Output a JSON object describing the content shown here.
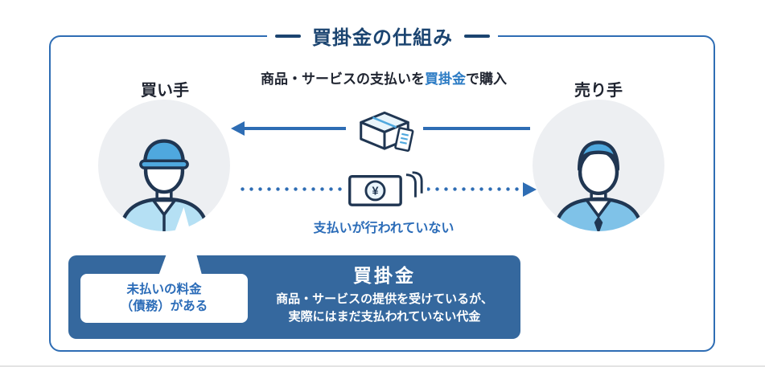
{
  "frame": {
    "title": "買掛金の仕組み"
  },
  "actors": {
    "buyer": {
      "label": "買い手"
    },
    "seller": {
      "label": "売り手"
    }
  },
  "purchase_caption": {
    "prefix": "商品・サービスの支払いを",
    "highlight": "買掛金",
    "suffix": "で購入"
  },
  "unpaid_caption": "支払いが行われていない",
  "callout": {
    "line1": "未払いの料金",
    "line2": "（債務）がある"
  },
  "definition": {
    "title": "買掛金",
    "desc1": "商品・サービスの提供を受けているが、",
    "desc2": "実際にはまだ支払われていない代金"
  },
  "icons": {
    "money_symbol": "¥",
    "package": "package-icon",
    "banknotes": "banknotes-icon",
    "buyer_person": "worker-with-cap-icon",
    "seller_person": "businessman-icon"
  },
  "colors": {
    "border_blue": "#2e6db4",
    "title_navy": "#1b4470",
    "panel_blue": "#35689e",
    "highlight_blue": "#2b7bc4",
    "caption_blue": "#2b6cb8",
    "text_dark": "#1f2430",
    "circle_gray": "#edeff2",
    "person_blue": "#4fa8de",
    "person_light_blue": "#b5e0f4"
  }
}
